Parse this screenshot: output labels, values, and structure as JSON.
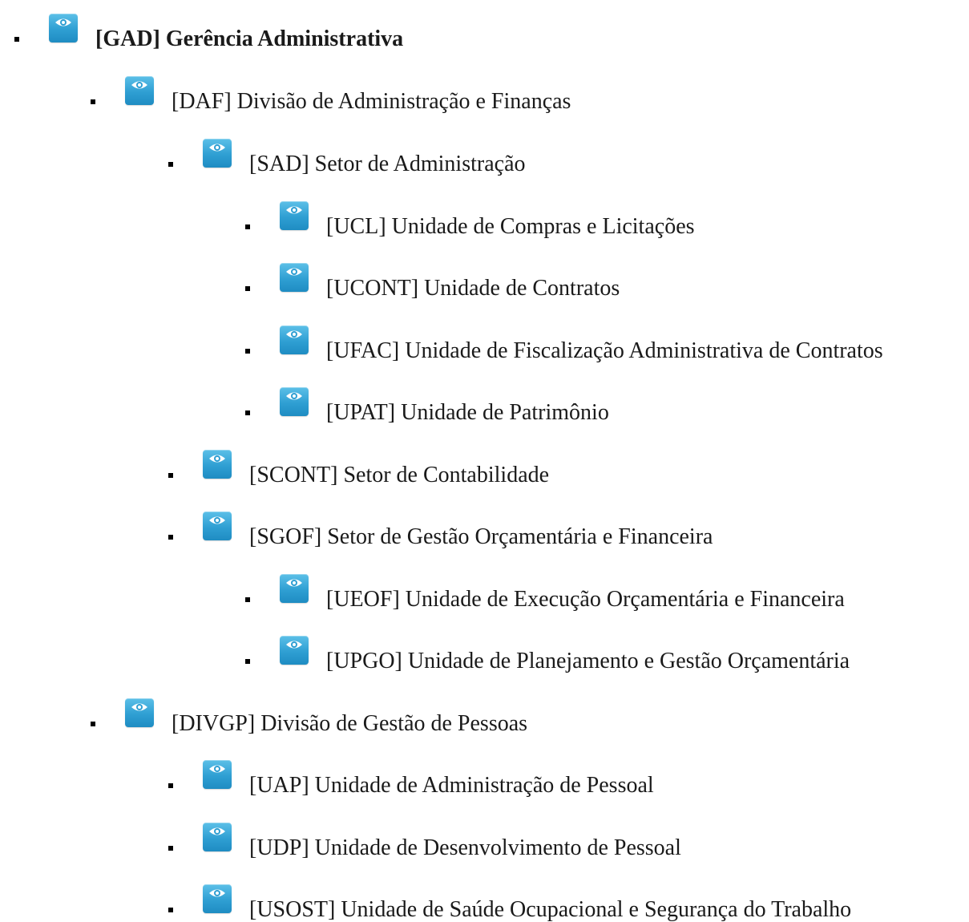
{
  "colors": {
    "eye_button": "#2f9fd3",
    "eye_button_light": "#5cc0e8",
    "bullet": "#000000",
    "text": "#1a1a1a"
  },
  "icon": "eye-icon",
  "nodes": [
    {
      "id": "gad",
      "label": "[GAD] Gerência Administrativa",
      "level": 0,
      "bold": true
    },
    {
      "id": "daf",
      "label": "[DAF] Divisão de Administração e Finanças",
      "level": 1
    },
    {
      "id": "sad",
      "label": "[SAD] Setor de Administração",
      "level": 2
    },
    {
      "id": "ucl",
      "label": "[UCL] Unidade de Compras e Licitações",
      "level": 3
    },
    {
      "id": "ucont",
      "label": "[UCONT] Unidade de Contratos",
      "level": 3
    },
    {
      "id": "ufac",
      "label": "[UFAC] Unidade de Fiscalização Administrativa de Contratos",
      "level": 3
    },
    {
      "id": "upat",
      "label": "[UPAT] Unidade de Patrimônio",
      "level": 3
    },
    {
      "id": "scont",
      "label": "[SCONT] Setor de Contabilidade",
      "level": 2
    },
    {
      "id": "sgof",
      "label": "[SGOF] Setor de Gestão Orçamentária e Financeira",
      "level": 2
    },
    {
      "id": "ueof",
      "label": "[UEOF] Unidade de Execução Orçamentária e Financeira",
      "level": 3
    },
    {
      "id": "upgo",
      "label": "[UPGO] Unidade de Planejamento e Gestão Orçamentária",
      "level": 3
    },
    {
      "id": "divgp",
      "label": "[DIVGP] Divisão de Gestão de Pessoas",
      "level": 1
    },
    {
      "id": "uap",
      "label": "[UAP] Unidade de Administração de Pessoal",
      "level": 2
    },
    {
      "id": "udp",
      "label": "[UDP] Unidade de Desenvolvimento de Pessoal",
      "level": 2
    },
    {
      "id": "usost",
      "label": "[USOST] Unidade de Saúde Ocupacional e Segurança do Trabalho",
      "level": 2
    }
  ]
}
